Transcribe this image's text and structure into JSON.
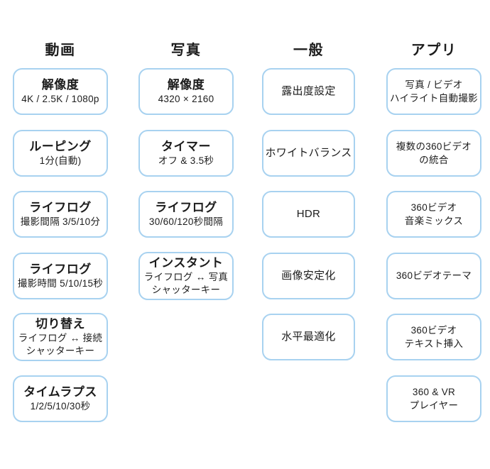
{
  "theme": {
    "background": "#ffffff",
    "box_border": "#a8d2f0",
    "text": "#1c1c1c"
  },
  "columns": [
    {
      "header": "動画",
      "boxes": [
        {
          "title": "解像度",
          "lines": [
            "4K / 2.5K / 1080p"
          ]
        },
        {
          "title": "ルーピング",
          "lines": [
            "1分(自動)"
          ]
        },
        {
          "title": "ライフログ",
          "lines": [
            "撮影間隔 3/5/10分"
          ]
        },
        {
          "title": "ライフログ",
          "lines": [
            "撮影時間 5/10/15秒"
          ]
        },
        {
          "title": "切り替え",
          "lines": [
            "ライフログ ↔ 接続",
            "シャッターキー"
          ]
        },
        {
          "title": "タイムラプス",
          "lines": [
            "1/2/5/10/30秒"
          ]
        }
      ]
    },
    {
      "header": "写真",
      "boxes": [
        {
          "title": "解像度",
          "lines": [
            "4320 × 2160"
          ]
        },
        {
          "title": "タイマー",
          "lines": [
            "オフ & 3.5秒"
          ]
        },
        {
          "title": "ライフログ",
          "lines": [
            "30/60/120秒間隔"
          ]
        },
        {
          "title": "インスタント",
          "lines": [
            "ライフログ ↔ 写真",
            "シャッターキー"
          ]
        }
      ]
    },
    {
      "header": "一般",
      "boxes": [
        {
          "lines": [
            "露出度設定"
          ]
        },
        {
          "lines": [
            "ホワイトバランス"
          ]
        },
        {
          "lines": [
            "HDR"
          ]
        },
        {
          "lines": [
            "画像安定化"
          ]
        },
        {
          "lines": [
            "水平最適化"
          ]
        }
      ]
    },
    {
      "header": "アプリ",
      "boxes": [
        {
          "lines": [
            "写真 / ビデオ",
            "ハイライト自動撮影"
          ]
        },
        {
          "lines": [
            "複数の360ビデオ",
            "の統合"
          ]
        },
        {
          "lines": [
            "360ビデオ",
            "音楽ミックス"
          ]
        },
        {
          "lines": [
            "360ビデオテーマ"
          ]
        },
        {
          "lines": [
            "360ビデオ",
            "テキスト挿入"
          ]
        },
        {
          "lines": [
            "360 & VR",
            "プレイヤー"
          ]
        }
      ]
    }
  ]
}
